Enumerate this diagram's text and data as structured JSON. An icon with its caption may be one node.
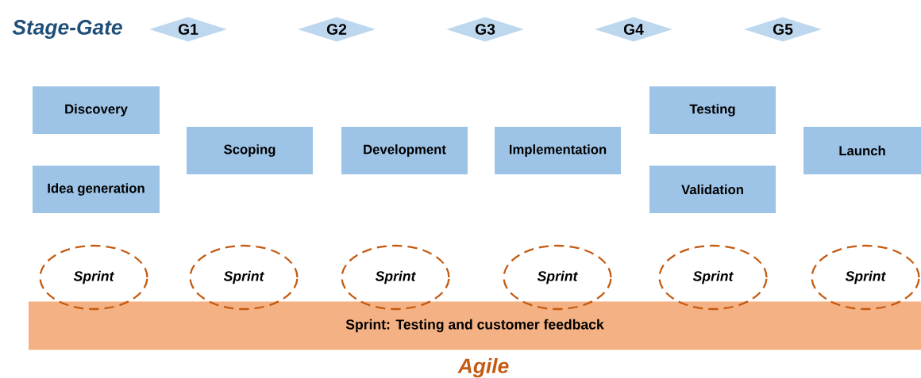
{
  "diagram": {
    "nodes": [
      {
        "text": [
          "G1"
        ]
      },
      {
        "text": [
          "G2"
        ]
      },
      {
        "text": [
          "G3"
        ]
      },
      {
        "text": [
          "G4"
        ]
      },
      {
        "text": [
          "G5"
        ]
      },
      {
        "text": [
          "Discovery"
        ]
      },
      {
        "text": [
          "Idea generation"
        ]
      },
      {
        "text": [
          "Scoping"
        ]
      },
      {
        "text": [
          "Development"
        ]
      },
      {
        "text": [
          "Implementation"
        ]
      },
      {
        "text": [
          "Testing"
        ]
      },
      {
        "text": [
          "Validation"
        ]
      },
      {
        "text": [
          "Launch"
        ]
      },
      {
        "text": [
          "Sprint"
        ]
      },
      {
        "text": [
          "Sprint"
        ]
      },
      {
        "text": [
          "Sprint"
        ]
      },
      {
        "text": [
          "Sprint"
        ]
      },
      {
        "text": [
          "Sprint"
        ]
      },
      {
        "text": [
          "Sprint"
        ]
      },
      {
        "text": [
          "Sprint: Testing and customer feedback"
        ]
      }
    ],
    "labels": [
      "Stage-Gate",
      "Agile"
    ]
  }
}
